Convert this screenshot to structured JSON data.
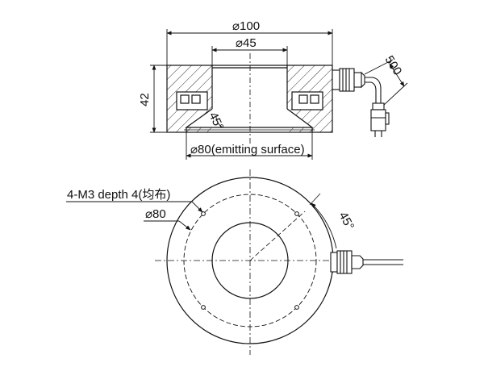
{
  "labels": {
    "outer_diameter": "⌀100",
    "inner_diameter": "⌀45",
    "height": "42",
    "cable_length": "500",
    "section_angle": "45°",
    "emitting_surface": "⌀80(emitting surface)",
    "thread_note": "4-M3 depth 4(均布)",
    "hole_circle": "⌀80",
    "plan_angle": "45°"
  },
  "colors": {
    "line": "#111111",
    "hatch": "#333333"
  }
}
